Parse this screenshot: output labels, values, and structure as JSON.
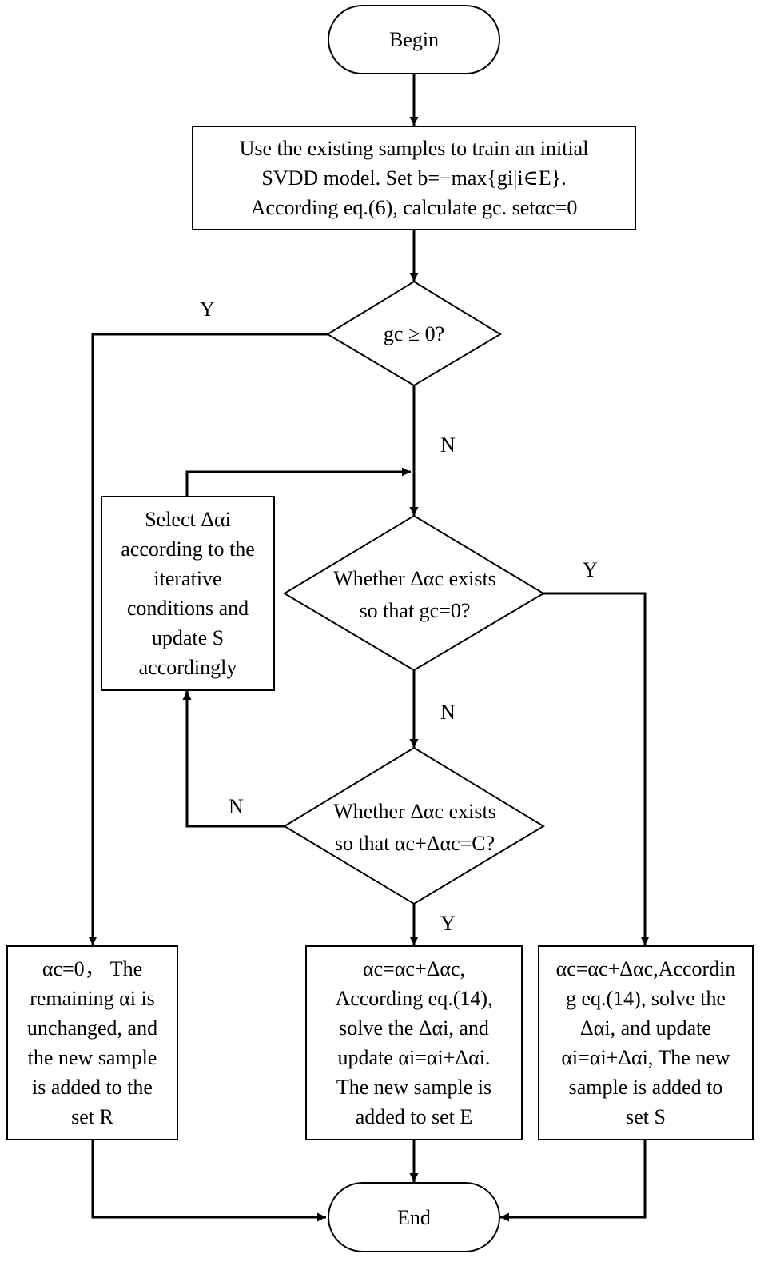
{
  "nodes": {
    "begin": "Begin",
    "init": [
      "Use the existing samples to train an initial",
      "SVDD model. Set b=−max{gi|i∈E}.",
      "According eq.(6), calculate gc. setαc=0"
    ],
    "decision_gc": "gc ≥ 0?",
    "decision_exists_zero": [
      "Whether Δαc exists",
      "so that gc=0?"
    ],
    "decision_exists_c": [
      "Whether Δαc exists",
      "so that αc+Δαc=C?"
    ],
    "select_box": [
      "Select Δαi",
      "according to the",
      "iterative",
      "conditions and",
      "update S",
      "accordingly"
    ],
    "result_r": [
      "αc=0， The",
      "remaining αi is",
      "unchanged, and",
      "the new sample",
      "is added to the",
      "set  R"
    ],
    "result_e": [
      "αc=αc+Δαc,",
      "According eq.(14),",
      "solve the Δαi, and",
      "update αi=αi+Δαi.",
      "The new sample is",
      "added to set E"
    ],
    "result_s": [
      "αc=αc+Δαc,Accordin",
      "g eq.(14), solve the",
      "Δαi, and update",
      "αi=αi+Δαi, The new",
      "sample is added to",
      "set S"
    ],
    "end": "End"
  },
  "edge_labels": {
    "gc_yes": "Y",
    "gc_no": "N",
    "zero_yes": "Y",
    "zero_no": "N",
    "c_no": "N",
    "c_yes": "Y"
  }
}
